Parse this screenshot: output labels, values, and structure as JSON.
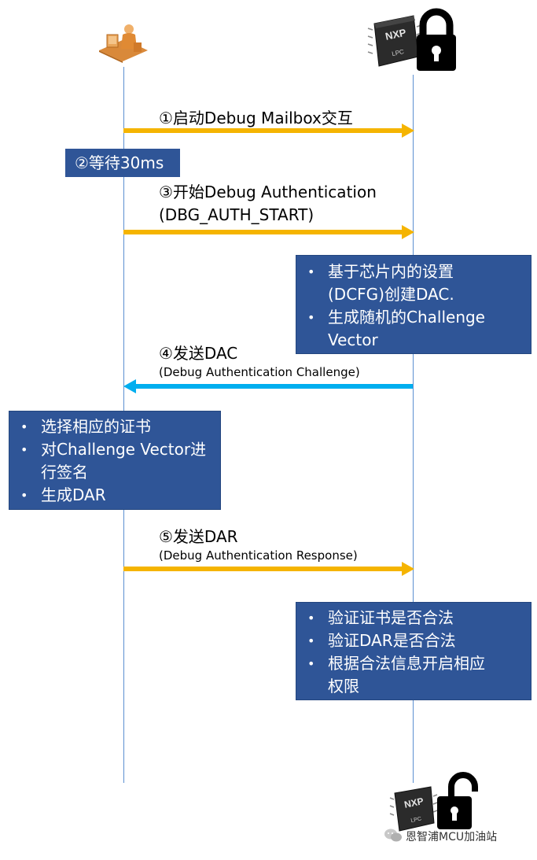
{
  "messages": {
    "m1": "①启动Debug Mailbox交互",
    "m2": "②等待30ms",
    "m3_line1": "③开始Debug Authentication",
    "m3_line2": "(DBG_AUTH_START)",
    "m4": "④发送DAC",
    "m4_sub": "(Debug Authentication Challenge)",
    "m5": "⑤发送DAR",
    "m5_sub": "(Debug Authentication Response)"
  },
  "notes": {
    "device1": [
      "基于芯片内的设置",
      "(DCFG)创建DAC.",
      "生成随机的Challenge",
      "Vector"
    ],
    "host": [
      "选择相应的证书",
      "对Challenge Vector进",
      "行签名",
      "生成DAR"
    ],
    "device2": [
      "验证证书是否合法",
      "验证DAR是否合法",
      "根据合法信息开启相应",
      "权限"
    ]
  },
  "chip": {
    "brand": "NXP",
    "model": "LPC"
  },
  "bullet": "•",
  "watermark": "恩智浦MCU加油站",
  "colors": {
    "arrow_forward": "#f5b400",
    "arrow_back": "#00aeef",
    "box": "#2f5597",
    "lifeline": "#5b8fd1"
  }
}
